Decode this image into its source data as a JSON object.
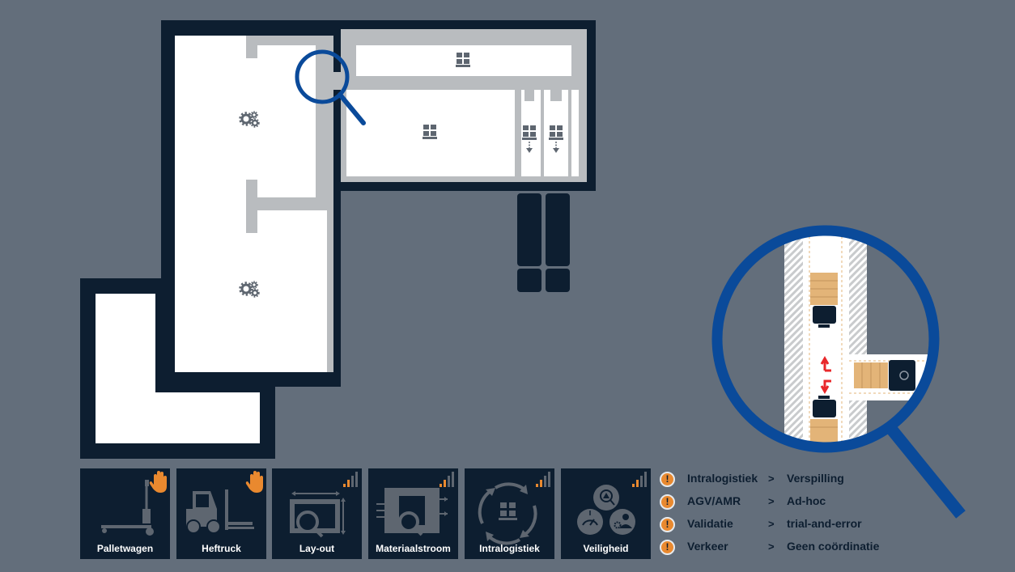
{
  "colors": {
    "background": "#636e7b",
    "wall_dark": "#0d1e30",
    "wall_light": "#b9bcbf",
    "floor": "#ffffff",
    "magnifier": "#0a4a9a",
    "accent_orange": "#e9892f",
    "pallet": "#e3b478",
    "arrow_red": "#e8282b"
  },
  "floorplan": {
    "zones": [
      {
        "name": "production-zone-upper",
        "icon": "gears-icon"
      },
      {
        "name": "production-zone-lower",
        "icon": "gears-icon"
      },
      {
        "name": "storage-corridor",
        "icon": "pallet-icon"
      },
      {
        "name": "storage-hall",
        "icon": "pallet-icon"
      },
      {
        "name": "dock-lane-1",
        "icon": "pallet-down-icon"
      },
      {
        "name": "dock-lane-2",
        "icon": "pallet-down-icon"
      }
    ],
    "trucks": 2
  },
  "tiles": [
    {
      "label": "Palletwagen",
      "icon": "pallet-jack-icon",
      "badge": "hand-stop-icon"
    },
    {
      "label": "Heftruck",
      "icon": "forklift-icon",
      "badge": "hand-stop-icon"
    },
    {
      "label": "Lay-out",
      "icon": "layout-magnify-icon",
      "badge": "signal-bars-icon"
    },
    {
      "label": "Materiaalstroom",
      "icon": "material-flow-icon",
      "badge": "signal-bars-icon"
    },
    {
      "label": "Intralogistiek",
      "icon": "cycle-pallet-icon",
      "badge": "signal-bars-icon"
    },
    {
      "label": "Veiligheid",
      "icon": "safety-icon",
      "badge": "signal-bars-icon"
    }
  ],
  "issues": [
    {
      "topic": "Intralogistiek",
      "arrow": ">",
      "problem": "Verspilling"
    },
    {
      "topic": "AGV/AMR",
      "arrow": ">",
      "problem": "Ad-hoc"
    },
    {
      "topic": "Validatie",
      "arrow": ">",
      "problem": "trial-and-error"
    },
    {
      "topic": "Verkeer",
      "arrow": ">",
      "problem": "Geen coördinatie"
    }
  ]
}
